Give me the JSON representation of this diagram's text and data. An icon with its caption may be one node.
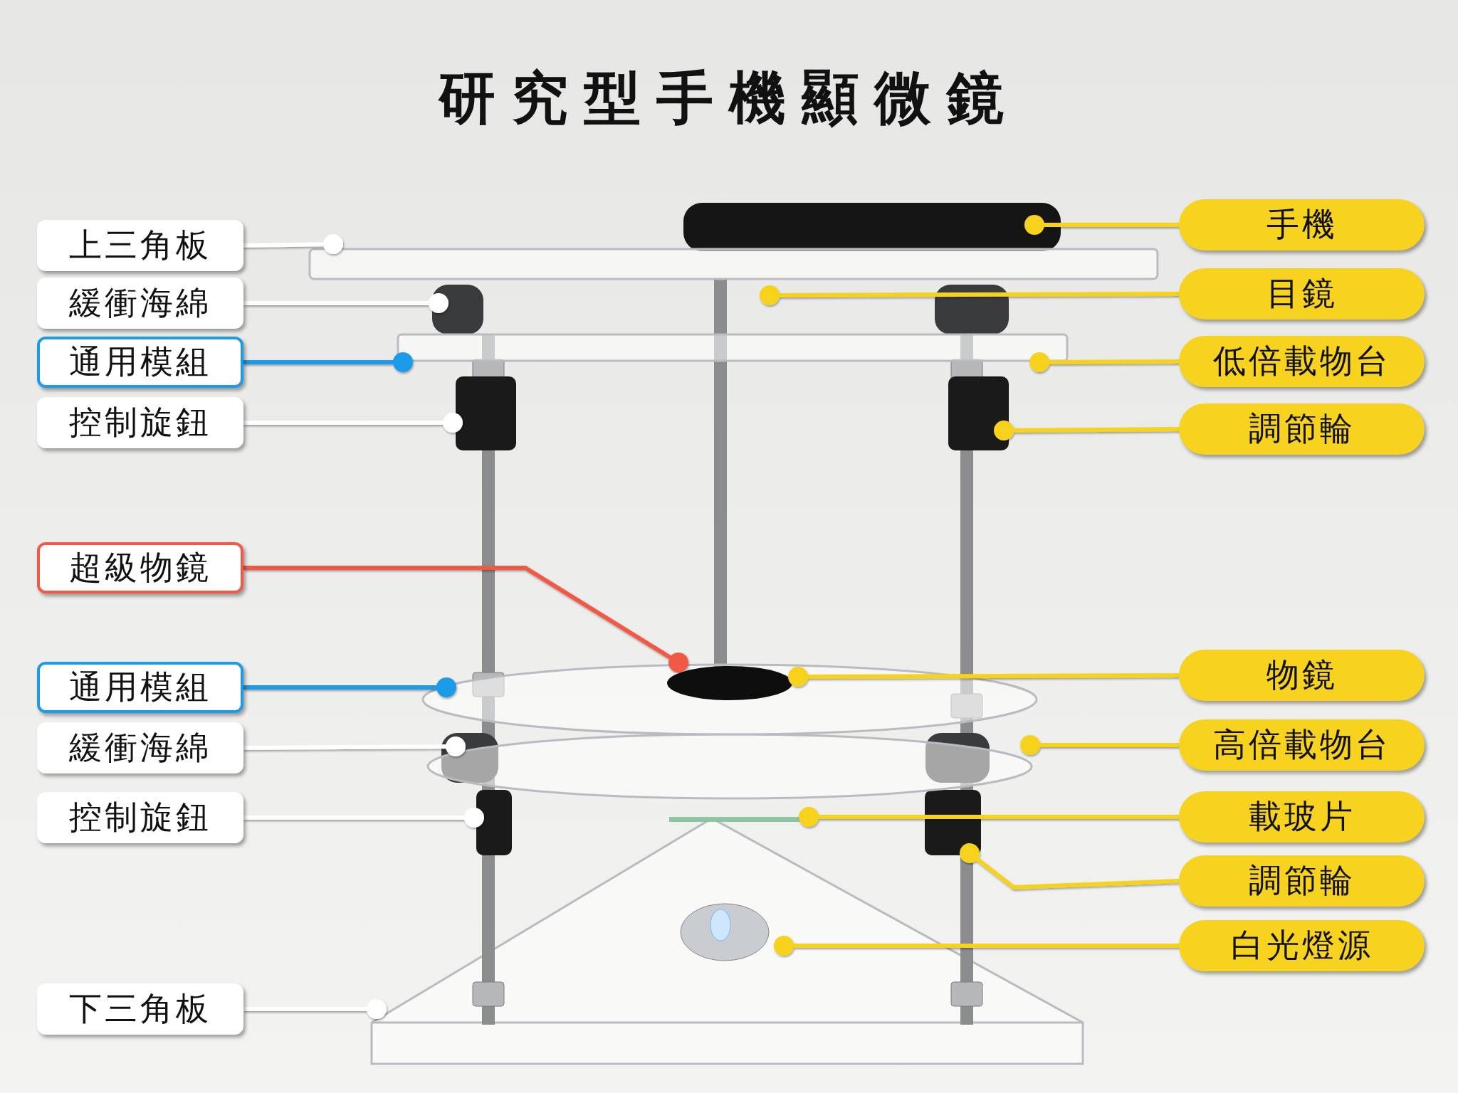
{
  "diagram": {
    "title": "研究型手機顯微鏡",
    "nodes": [
      {
        "text": [
          "上三角板"
        ]
      },
      {
        "text": [
          "緩衝海綿"
        ]
      },
      {
        "text": [
          "通用模組"
        ]
      },
      {
        "text": [
          "控制旋鈕"
        ]
      },
      {
        "text": [
          "超級物鏡"
        ]
      },
      {
        "text": [
          "通用模組"
        ]
      },
      {
        "text": [
          "緩衝海綿"
        ]
      },
      {
        "text": [
          "控制旋鈕"
        ]
      },
      {
        "text": [
          "下三角板"
        ]
      },
      {
        "text": [
          "手機"
        ]
      },
      {
        "text": [
          "目鏡"
        ]
      },
      {
        "text": [
          "低倍載物台"
        ]
      },
      {
        "text": [
          "調節輪"
        ]
      },
      {
        "text": [
          "物鏡"
        ]
      },
      {
        "text": [
          "高倍載物台"
        ]
      },
      {
        "text": [
          "載玻片"
        ]
      },
      {
        "text": [
          "調節輪"
        ]
      },
      {
        "text": [
          "白光燈源"
        ]
      }
    ],
    "edges": [
      {
        "from": 0,
        "to": null,
        "arrow": "other",
        "color": "#ffffff"
      },
      {
        "from": 1,
        "to": null,
        "arrow": "other",
        "color": "#ffffff"
      },
      {
        "from": 2,
        "to": null,
        "arrow": "other",
        "color": "#1e9be8"
      },
      {
        "from": 3,
        "to": null,
        "arrow": "other",
        "color": "#ffffff"
      },
      {
        "from": 4,
        "to": null,
        "arrow": "other",
        "color": "#f05a45"
      },
      {
        "from": 5,
        "to": null,
        "arrow": "other",
        "color": "#1e9be8"
      },
      {
        "from": 6,
        "to": null,
        "arrow": "other",
        "color": "#ffffff"
      },
      {
        "from": 7,
        "to": null,
        "arrow": "other",
        "color": "#ffffff"
      },
      {
        "from": 8,
        "to": null,
        "arrow": "other",
        "color": "#ffffff"
      },
      {
        "from": 9,
        "to": null,
        "arrow": "other"
      },
      {
        "from": 10,
        "to": null,
        "arrow": "other"
      },
      {
        "from": 11,
        "to": null,
        "arrow": "other"
      },
      {
        "from": 12,
        "to": null,
        "arrow": "other"
      },
      {
        "from": 13,
        "to": null,
        "arrow": "other"
      },
      {
        "from": 14,
        "to": null,
        "arrow": "other"
      },
      {
        "from": 15,
        "to": null,
        "arrow": "other"
      },
      {
        "from": 16,
        "to": null,
        "arrow": "other"
      },
      {
        "from": 17,
        "to": null,
        "arrow": "other"
      }
    ]
  }
}
